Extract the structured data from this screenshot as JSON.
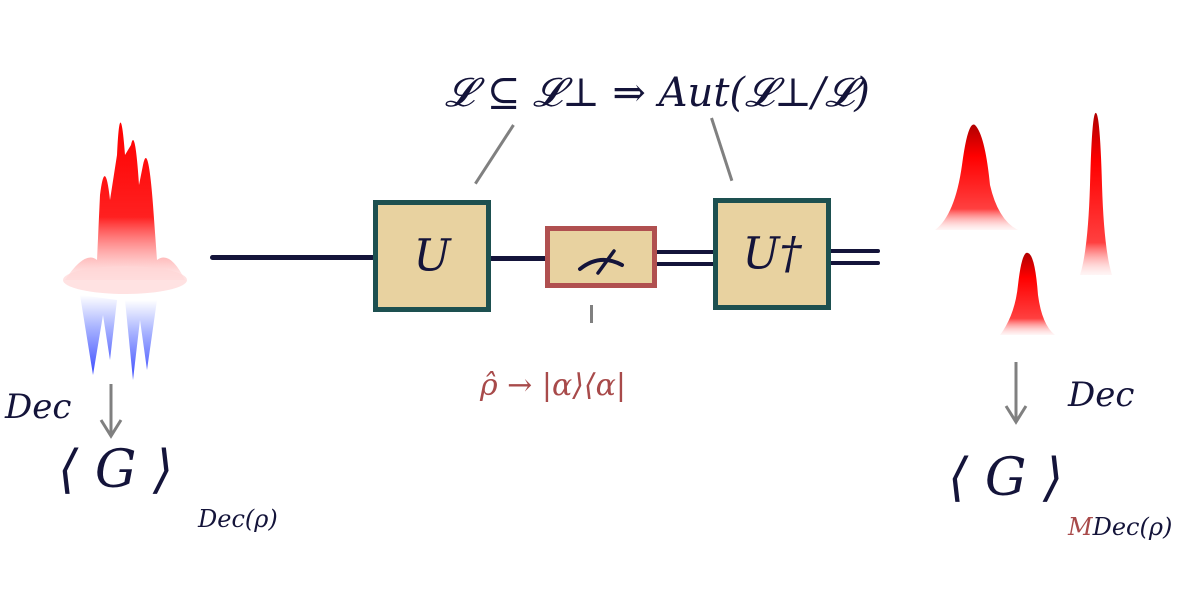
{
  "formula": {
    "top": "𝓛 ⊆ 𝓛⊥ ⇒ Aut(𝓛⊥/𝓛)"
  },
  "circuit": {
    "gate_u": "U",
    "gate_measure_icon": "meter-icon",
    "gate_u_dagger": "U†",
    "measurement_rule": "ρ̂ → |α⟩⟨α|"
  },
  "left": {
    "decoder_label": "Dec",
    "expectation": "⟨ G ⟩",
    "subscript": "Dec(ρ)"
  },
  "right": {
    "decoder_label": "Dec",
    "expectation": "⟨ G ⟩",
    "subscript_prefix": "M",
    "subscript": "Dec(ρ)"
  },
  "colors": {
    "gate_fill": "#e8d2a0",
    "unitary_border": "#1d5050",
    "measure_border": "#b05050",
    "wire": "#14143a",
    "positive": "#ff0000",
    "negative": "#4a5cff",
    "accent_maroon": "#a84a4a"
  }
}
